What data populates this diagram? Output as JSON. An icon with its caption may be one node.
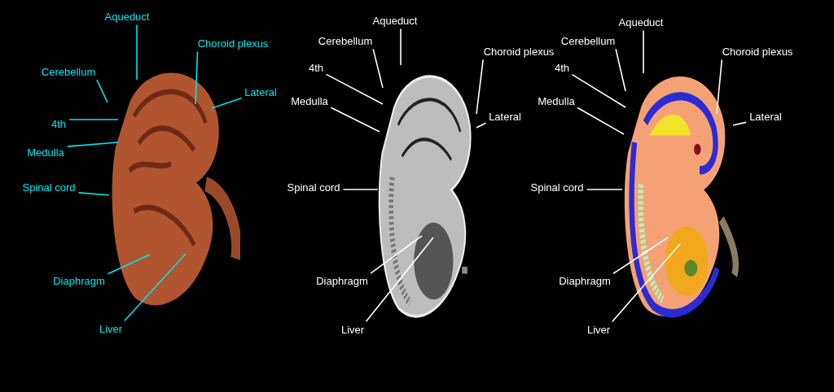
{
  "diagram": {
    "nodes": [
      {
        "text": [],
        "shape": "picture"
      },
      {
        "text": [],
        "shape": "picture"
      },
      {
        "text": [],
        "shape": "picture"
      },
      {
        "text": [
          "Aqueduct"
        ]
      },
      {
        "text": [
          "Choroid plexus"
        ]
      },
      {
        "text": [
          "Cerebellum"
        ]
      },
      {
        "text": [
          "Lateral"
        ]
      },
      {
        "text": [
          "4th"
        ]
      },
      {
        "text": [
          "Medulla"
        ]
      },
      {
        "text": [
          "Spinal cord"
        ]
      },
      {
        "text": [
          "Diaphragm"
        ]
      },
      {
        "text": [
          "Liver"
        ]
      },
      {
        "text": [
          "Aqueduct"
        ]
      },
      {
        "text": [
          "Cerebellum"
        ]
      },
      {
        "text": [
          "Choroid plexus"
        ]
      },
      {
        "text": [
          "4th"
        ]
      },
      {
        "text": [
          "Medulla"
        ]
      },
      {
        "text": [
          "Lateral"
        ]
      },
      {
        "text": [
          "Spinal cord"
        ]
      },
      {
        "text": [
          "Diaphragm"
        ]
      },
      {
        "text": [
          "Liver"
        ]
      },
      {
        "text": [
          "Aqueduct"
        ]
      },
      {
        "text": [
          "Cerebellum"
        ]
      },
      {
        "text": [
          "Choroid plexus"
        ]
      },
      {
        "text": [
          "4th"
        ]
      },
      {
        "text": [
          "Medulla"
        ]
      },
      {
        "text": [
          "Lateral"
        ]
      },
      {
        "text": [
          "Spinal cord"
        ]
      },
      {
        "text": [
          "Diaphragm"
        ]
      },
      {
        "text": [
          "Liver"
        ]
      }
    ],
    "edges": [
      {
        "from": 3,
        "to": 0,
        "arrow": "none",
        "color": "#00e5ee"
      },
      {
        "from": 4,
        "to": 0,
        "arrow": "none",
        "color": "#00e5ee"
      },
      {
        "from": 5,
        "to": 0,
        "arrow": "none",
        "color": "#00e5ee"
      },
      {
        "from": 6,
        "to": 0,
        "arrow": "none",
        "color": "#00e5ee"
      },
      {
        "from": 7,
        "to": 0,
        "arrow": "none",
        "color": "#00e5ee"
      },
      {
        "from": 8,
        "to": 0,
        "arrow": "none",
        "color": "#00e5ee"
      },
      {
        "from": 9,
        "to": 0,
        "arrow": "none",
        "color": "#00e5ee"
      },
      {
        "from": 10,
        "to": 0,
        "arrow": "none",
        "color": "#00e5ee"
      },
      {
        "from": 11,
        "to": 0,
        "arrow": "none",
        "color": "#00e5ee"
      },
      {
        "from": 12,
        "to": 1,
        "arrow": "none"
      },
      {
        "from": 13,
        "to": 1,
        "arrow": "none"
      },
      {
        "from": 14,
        "to": 1,
        "arrow": "none"
      },
      {
        "from": 15,
        "to": 1,
        "arrow": "none"
      },
      {
        "from": 16,
        "to": 1,
        "arrow": "none"
      },
      {
        "from": 17,
        "to": 1,
        "arrow": "none"
      },
      {
        "from": 18,
        "to": 1,
        "arrow": "none"
      },
      {
        "from": 19,
        "to": 1,
        "arrow": "none"
      },
      {
        "from": 20,
        "to": 1,
        "arrow": "none"
      },
      {
        "from": 21,
        "to": 2,
        "arrow": "none"
      },
      {
        "from": 22,
        "to": 2,
        "arrow": "none"
      },
      {
        "from": 23,
        "to": 2,
        "arrow": "none"
      },
      {
        "from": 24,
        "to": 2,
        "arrow": "none"
      },
      {
        "from": 25,
        "to": 2,
        "arrow": "none"
      },
      {
        "from": 26,
        "to": 2,
        "arrow": "none"
      },
      {
        "from": 27,
        "to": 2,
        "arrow": "none"
      },
      {
        "from": 28,
        "to": 2,
        "arrow": "none"
      },
      {
        "from": 29,
        "to": 2,
        "arrow": "none"
      }
    ]
  }
}
